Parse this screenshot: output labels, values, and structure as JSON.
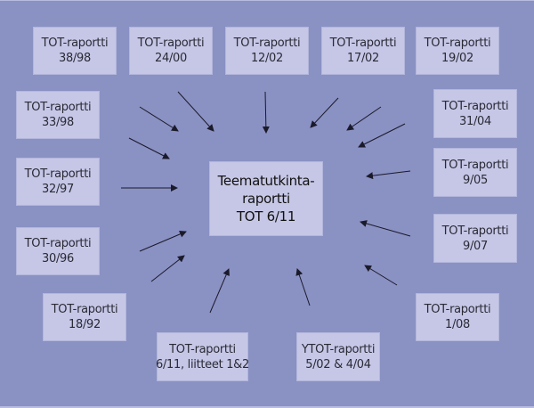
{
  "diagram": {
    "center": {
      "lines": [
        "Teematutkinta-",
        "raportti",
        "TOT 6/11"
      ]
    },
    "sources": [
      {
        "id": "tot-38-98",
        "lines": [
          "TOT-raportti",
          "38/98"
        ]
      },
      {
        "id": "tot-24-00",
        "lines": [
          "TOT-raportti",
          "24/00"
        ]
      },
      {
        "id": "tot-12-02",
        "lines": [
          "TOT-raportti",
          "12/02"
        ]
      },
      {
        "id": "tot-17-02",
        "lines": [
          "TOT-raportti",
          "17/02"
        ]
      },
      {
        "id": "tot-19-02",
        "lines": [
          "TOT-raportti",
          "19/02"
        ]
      },
      {
        "id": "tot-33-98",
        "lines": [
          "TOT-raportti",
          "33/98"
        ]
      },
      {
        "id": "tot-31-04",
        "lines": [
          "TOT-raportti",
          "31/04"
        ]
      },
      {
        "id": "tot-32-97",
        "lines": [
          "TOT-raportti",
          "32/97"
        ]
      },
      {
        "id": "tot-9-05",
        "lines": [
          "TOT-raportti",
          "9/05"
        ]
      },
      {
        "id": "tot-30-96",
        "lines": [
          "TOT-raportti",
          "30/96"
        ]
      },
      {
        "id": "tot-9-07",
        "lines": [
          "TOT-raportti",
          "9/07"
        ]
      },
      {
        "id": "tot-18-92",
        "lines": [
          "TOT-raportti",
          "18/92"
        ]
      },
      {
        "id": "tot-1-08",
        "lines": [
          "TOT-raportti",
          "1/08"
        ]
      },
      {
        "id": "tot-6-11-liitteet",
        "lines": [
          "TOT-raportti",
          "6/11, liitteet 1&2"
        ]
      },
      {
        "id": "ytot-5-02-4-04",
        "lines": [
          "YTOT-raportti",
          "5/02 & 4/04"
        ]
      }
    ],
    "arrow_count": 15,
    "arrow_direction": "sources-to-center",
    "colors": {
      "background": "#8a91c3",
      "box_fill": "#c6c7e6",
      "text": "#2a2a36",
      "arrow": "#1a1a2a"
    }
  }
}
